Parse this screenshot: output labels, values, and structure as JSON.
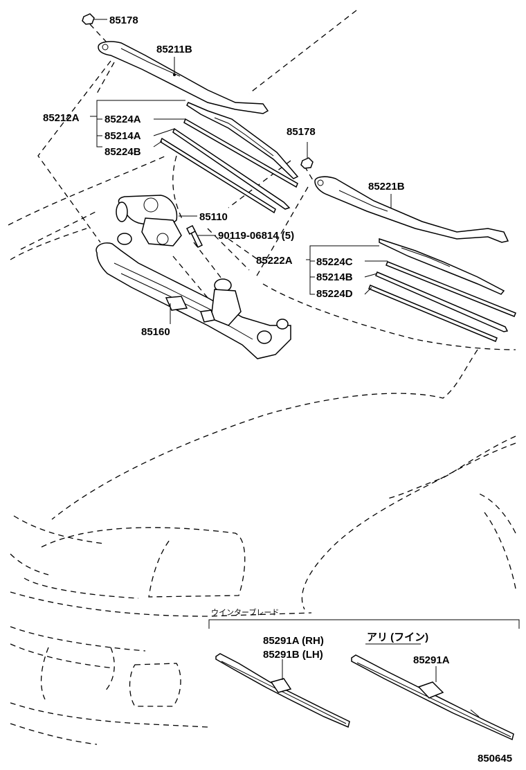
{
  "labels": {
    "nut_upper": "85178",
    "arm_lh": "85211B",
    "blade_lh_assy": "85212A",
    "rubber_lh_a": "85224A",
    "backing_lh": "85214A",
    "rubber_lh_b": "85224B",
    "nut_rh": "85178",
    "arm_rh": "85221B",
    "motor": "85110",
    "bolt": "90119-06814 (5)",
    "blade_rh_assy": "85222A",
    "rubber_rh_c": "85224C",
    "backing_rh": "85214B",
    "rubber_rh_d": "85224D",
    "link": "85160",
    "blade_rh_label": "85291A (RH)",
    "blade_lh_label": "85291B (LH)",
    "blade_alt_label": "85291A",
    "section_title": "ウインターブレード",
    "alt_title": "アリ (フイン)",
    "diagram_number": "850645"
  }
}
